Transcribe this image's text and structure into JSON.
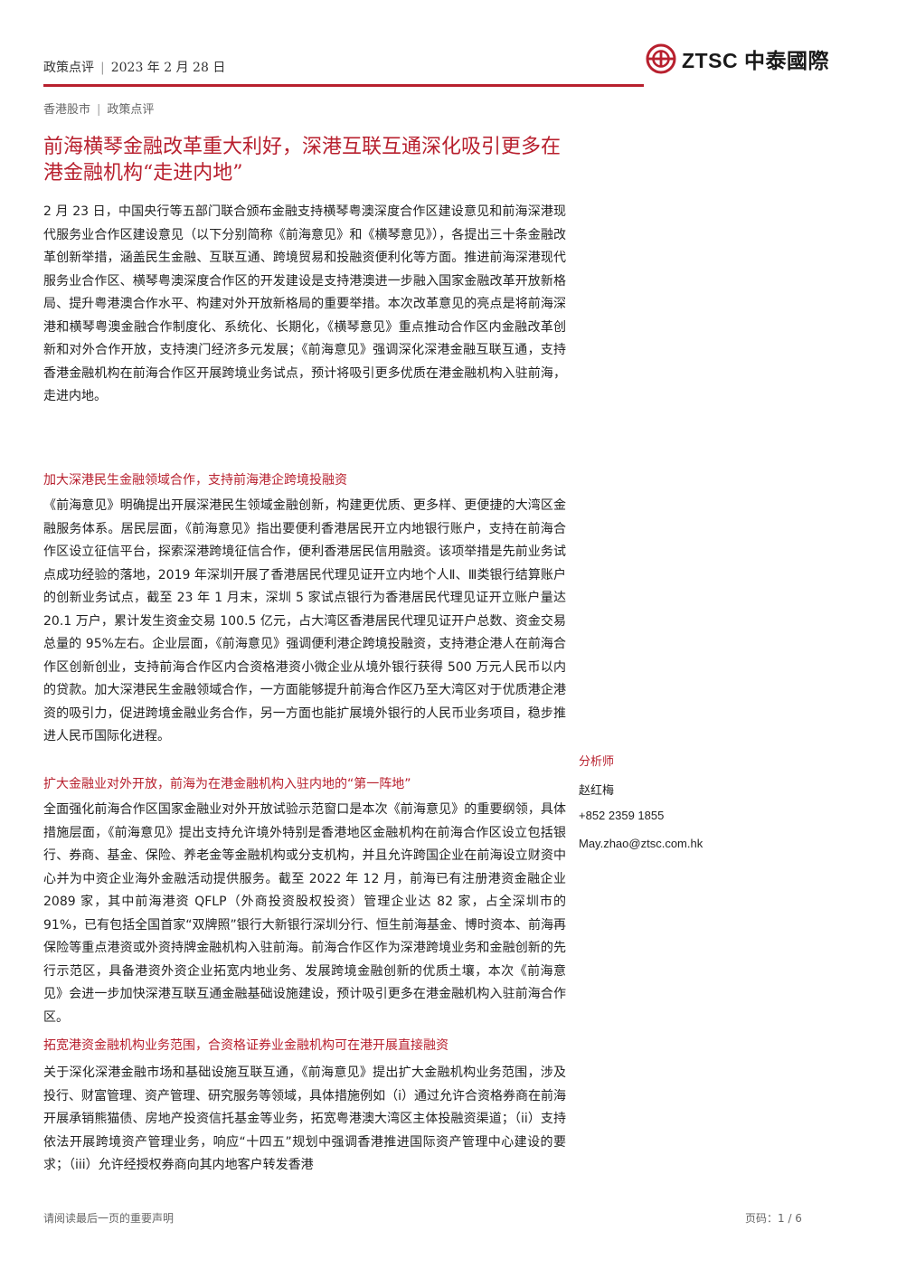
{
  "header": {
    "report_type": "政策点评",
    "date": "2023 年 2 月 28 日",
    "logo_text": "ZTSC 中泰國際",
    "accent_color": "#b8202e"
  },
  "breadcrumb": {
    "market": "香港股市",
    "category": "政策点评"
  },
  "title": "前海横琴金融改革重大利好，深港互联互通深化吸引更多在港金融机构“走进内地”",
  "intro": "2 月 23 日，中国央行等五部门联合颁布金融支持横琴粤澳深度合作区建设意见和前海深港现代服务业合作区建设意见（以下分别简称《前海意见》和《横琴意见》），各提出三十条金融改革创新举措，涵盖民生金融、互联互通、跨境贸易和投融资便利化等方面。推进前海深港现代服务业合作区、横琴粤澳深度合作区的开发建设是支持港澳进一步融入国家金融改革开放新格局、提升粤港澳合作水平、构建对外开放新格局的重要举措。本次改革意见的亮点是将前海深港和横琴粤澳金融合作制度化、系统化、长期化，《横琴意见》重点推动合作区内金融改革创新和对外合作开放，支持澳门经济多元发展；《前海意见》强调深化深港金融互联互通，支持香港金融机构在前海合作区开展跨境业务试点，预计将吸引更多优质在港金融机构入驻前海，走进内地。",
  "sections": [
    {
      "heading": "加大深港民生金融领域合作，支持前海港企跨境投融资",
      "text": "《前海意见》明确提出开展深港民生领域金融创新，构建更优质、更多样、更便捷的大湾区金融服务体系。居民层面，《前海意见》指出要便利香港居民开立内地银行账户，支持在前海合作区设立征信平台，探索深港跨境征信合作，便利香港居民信用融资。该项举措是先前业务试点成功经验的落地，2019 年深圳开展了香港居民代理见证开立内地个人Ⅱ、Ⅲ类银行结算账户的创新业务试点，截至 23 年 1 月末，深圳 5 家试点银行为香港居民代理见证开立账户量达 20.1 万户，累计发生资金交易 100.5 亿元，占大湾区香港居民代理见证开户总数、资金交易总量的 95%左右。企业层面，《前海意见》强调便利港企跨境投融资，支持港企港人在前海合作区创新创业，支持前海合作区内合资格港资小微企业从境外银行获得 500 万元人民币以内的贷款。加大深港民生金融领域合作，一方面能够提升前海合作区乃至大湾区对于优质港企港资的吸引力，促进跨境金融业务合作，另一方面也能扩展境外银行的人民币业务项目，稳步推进人民币国际化进程。"
    },
    {
      "heading": "扩大金融业对外开放，前海为在港金融机构入驻内地的“第一阵地”",
      "text": "全面强化前海合作区国家金融业对外开放试验示范窗口是本次《前海意见》的重要纲领，具体措施层面，《前海意见》提出支持允许境外特别是香港地区金融机构在前海合作区设立包括银行、券商、基金、保险、养老金等金融机构或分支机构，并且允许跨国企业在前海设立财资中心并为中资企业海外金融活动提供服务。截至 2022 年 12 月，前海已有注册港资金融企业 2089 家，其中前海港资 QFLP（外商投资股权投资）管理企业达 82 家，占全深圳市的 91%，已有包括全国首家“双牌照”银行大新银行深圳分行、恒生前海基金、博时资本、前海再保险等重点港资或外资持牌金融机构入驻前海。前海合作区作为深港跨境业务和金融创新的先行示范区，具备港资外资企业拓宽内地业务、发展跨境金融创新的优质土壤，本次《前海意见》会进一步加快深港互联互通金融基础设施建设，预计吸引更多在港金融机构入驻前海合作区。"
    },
    {
      "heading": "拓宽港资金融机构业务范围，合资格证券业金融机构可在港开展直接融资",
      "text": "关于深化深港金融市场和基础设施互联互通，《前海意见》提出扩大金融机构业务范围，涉及投行、财富管理、资产管理、研究服务等领域，具体措施例如（i）通过允许合资格券商在前海开展承销熊猫债、房地产投资信托基金等业务，拓宽粤港澳大湾区主体投融资渠道；（ii）支持依法开展跨境资产管理业务，响应“十四五”规划中强调香港推进国际资产管理中心建设的要求；（iii）允许经授权券商向其内地客户转发香港"
    }
  ],
  "analyst": {
    "label": "分析师",
    "name": "赵红梅",
    "phone": "+852 2359 1855",
    "email": "May.zhao@ztsc.com.hk"
  },
  "footer": {
    "disclaimer": "请阅读最后一页的重要声明",
    "page": "页码：1 / 6"
  }
}
